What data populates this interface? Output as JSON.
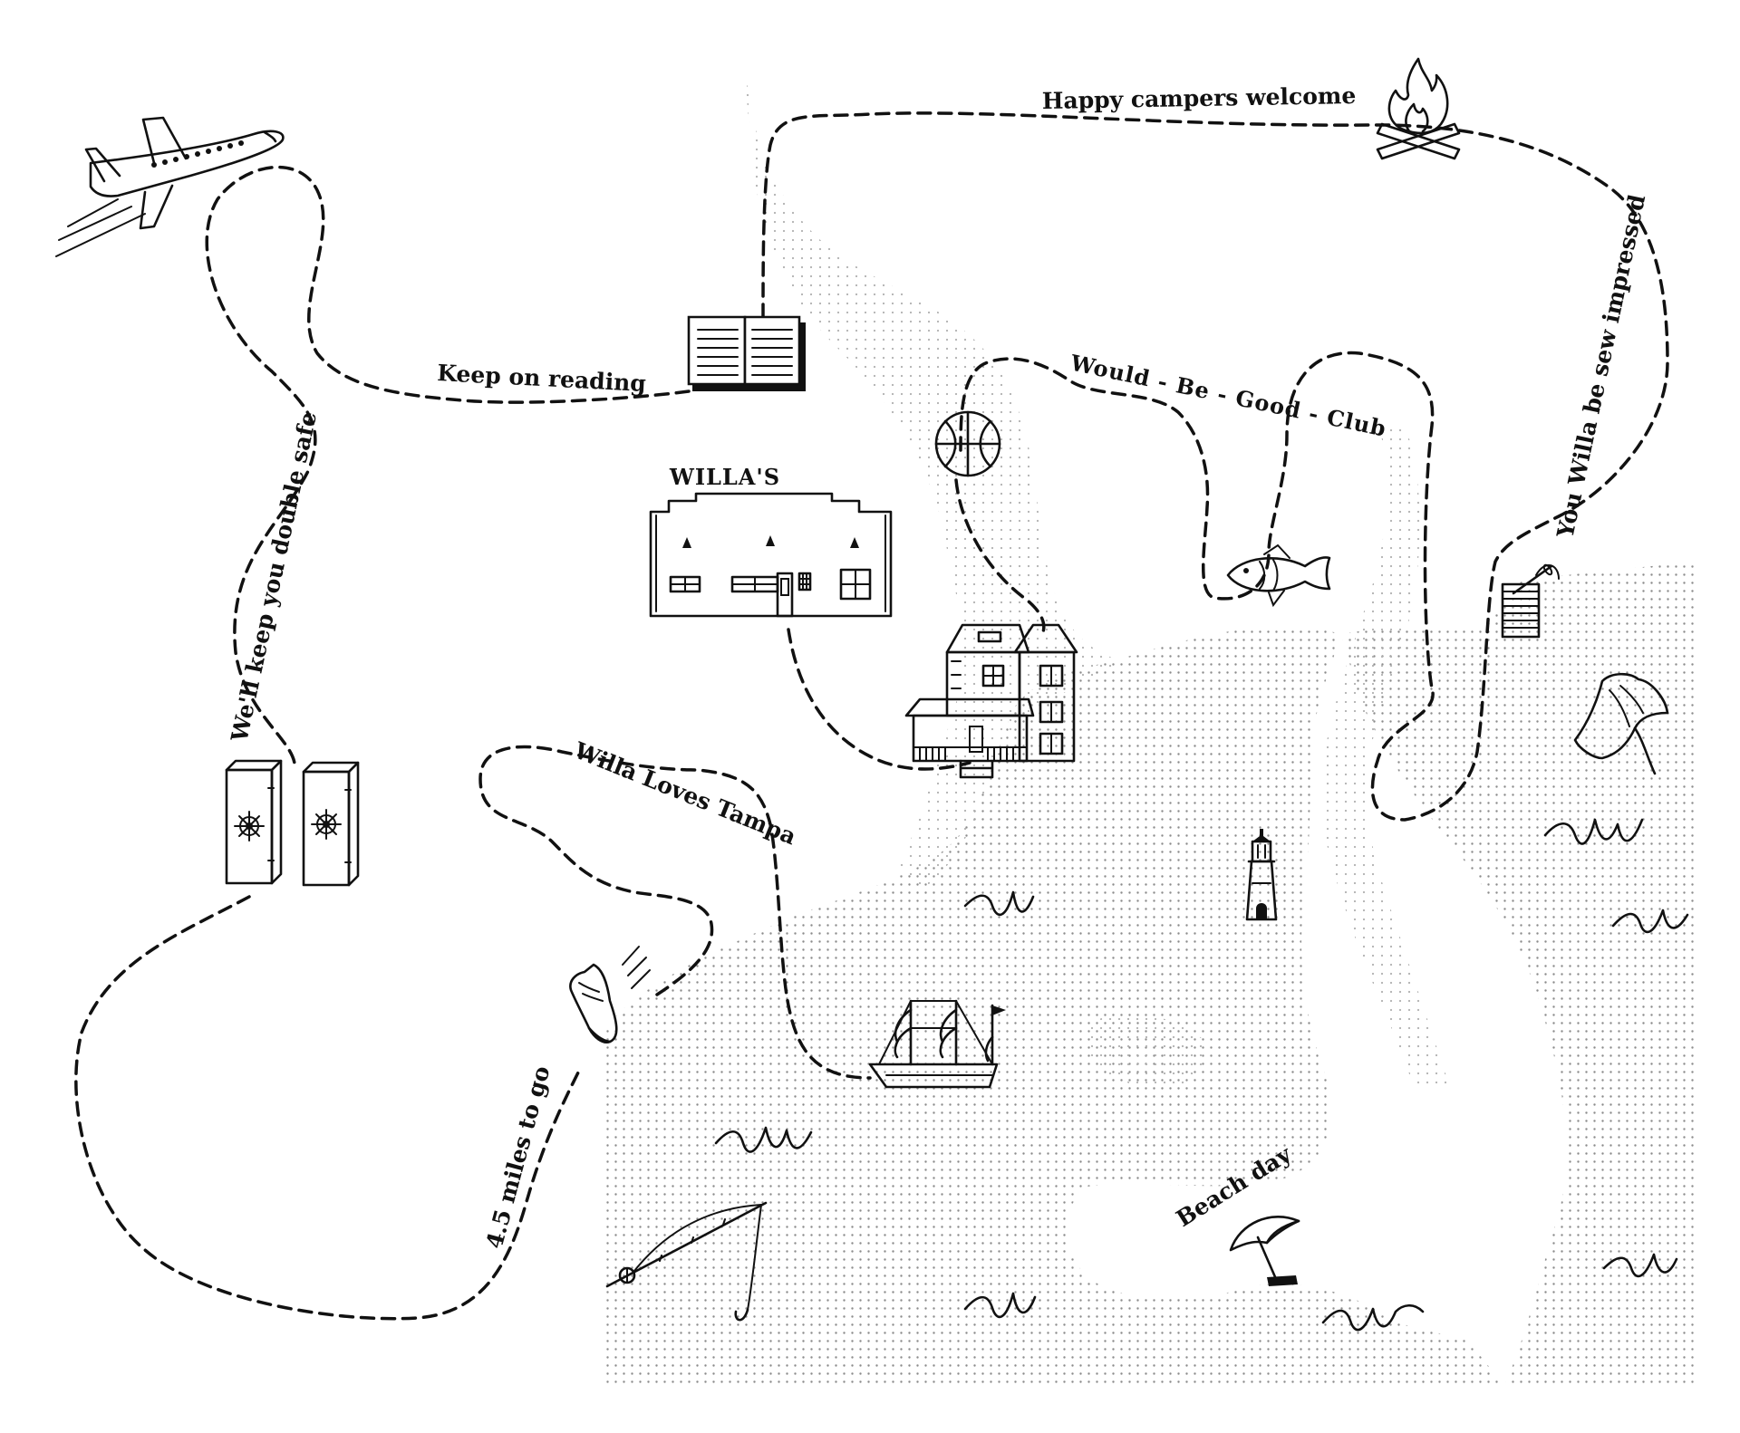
{
  "labels": {
    "campers": "Happy campers welcome",
    "reading": "Keep on reading",
    "safe": "We'll keep you double safe",
    "willas": "WILLA'S",
    "good_club": "Would - Be - Good - Club",
    "sew": "You Willa be sew impressed",
    "tampa": "Willa Loves Tampa",
    "miles": "4.5 miles to go",
    "beach": "Beach day"
  },
  "icons": [
    "airplane-icon",
    "book-icon",
    "campfire-icon",
    "basketball-icon",
    "storefront-icon",
    "victorian-house-icon",
    "fish-icon",
    "needle-thread-icon",
    "stingray-icon",
    "safe-icon",
    "running-shoe-icon",
    "ship-icon",
    "lighthouse-icon",
    "beach-umbrella-icon",
    "fishing-rod-icon",
    "wave-icon"
  ],
  "colors": {
    "ink": "#111111",
    "background": "#ffffff",
    "stipple": "#9a9a9a"
  }
}
